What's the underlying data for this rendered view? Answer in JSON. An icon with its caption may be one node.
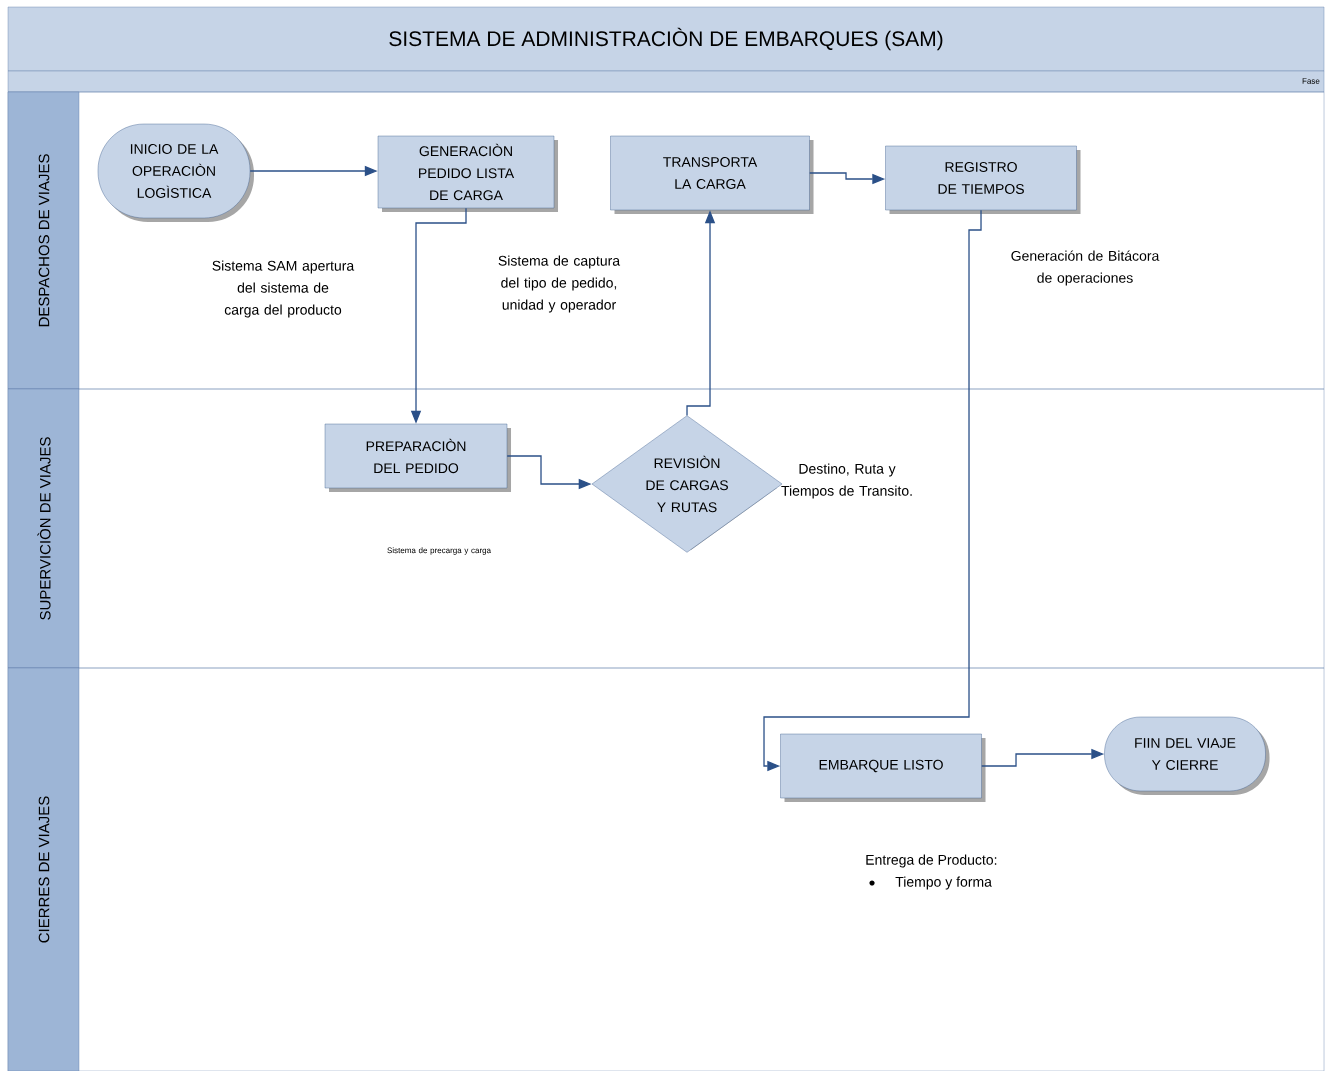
{
  "diagram": {
    "title": "SISTEMA DE ADMINISTRACIÒN DE EMBARQUES (SAM)",
    "nodes": [
      {
        "text": [
          "DESPACHOS DE VIAJES"
        ]
      },
      {
        "text": [
          "INICIO DE LA OPERACIÒN LOGÌSTICA"
        ],
        "in": 0
      },
      {
        "text": [
          "GENERACIÒN PEDIDO LISTA DE CARGA"
        ],
        "in": 0
      },
      {
        "text": [
          "TRANSPORTA LA CARGA"
        ],
        "in": 0
      },
      {
        "text": [
          "REGISTRO DE TIEMPOS"
        ],
        "in": 0
      },
      {
        "text": [
          "SUPERVICIÒN DE VIAJES"
        ]
      },
      {
        "text": [
          "PREPARACIÒN DEL PEDIDO"
        ],
        "in": 5
      },
      {
        "text": [
          "REVISIÒN DE CARGAS Y RUTAS"
        ],
        "beside": [
          "Destino, Ruta y Tiempos de Transito."
        ],
        "in": 5
      },
      {
        "text": [
          "CIERRES DE VIAJES"
        ]
      },
      {
        "text": [
          "EMBARQUE LISTO"
        ],
        "in": 8
      },
      {
        "text": [
          "FIIN DEL VIAJE Y CIERRE"
        ],
        "in": 8
      }
    ],
    "edges": [
      {
        "from": 1,
        "to": 2,
        "arrow": "to"
      },
      {
        "from": 2,
        "to": 6,
        "arrow": "to"
      },
      {
        "from": 6,
        "to": 7,
        "arrow": "to"
      },
      {
        "from": 7,
        "to": 3,
        "arrow": "to"
      },
      {
        "from": 3,
        "to": 4,
        "arrow": "to"
      },
      {
        "from": 4,
        "to": 9,
        "arrow": "to"
      },
      {
        "from": 9,
        "to": 10,
        "arrow": "to"
      }
    ],
    "labels": [
      "Fase",
      "Sistema SAM apertura del sistema de carga del producto",
      "Sistema de captura del tipo de pedido, unidad y operador",
      "Generación de Bitácora de operaciones",
      "Sistema de precarga y carga",
      "Entrega de Producto:",
      "Tiempo y forma"
    ]
  }
}
